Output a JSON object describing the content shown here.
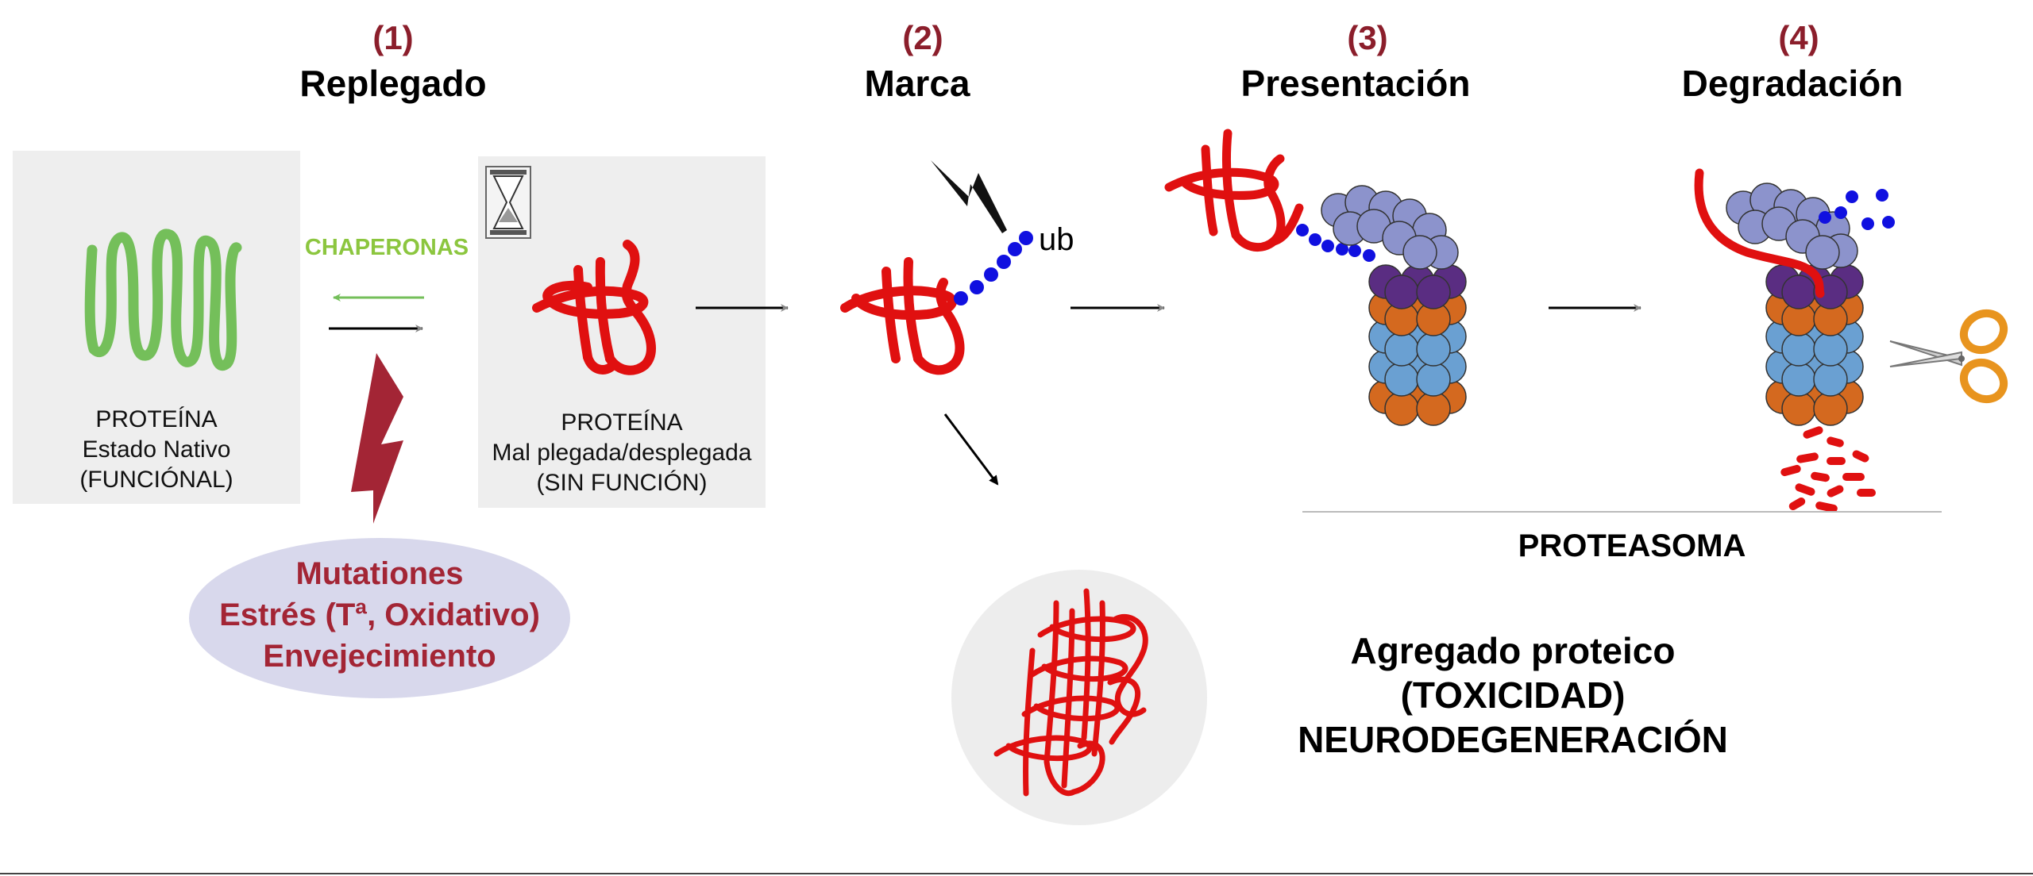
{
  "steps": [
    {
      "num": "(1)",
      "title": "Replegado"
    },
    {
      "num": "(2)",
      "title": "Marca"
    },
    {
      "num": "(3)",
      "title": "Presentación"
    },
    {
      "num": "(4)",
      "title": "Degradación"
    }
  ],
  "native": {
    "line1": "PROTEÍNA",
    "line2": "Estado Nativo",
    "line3": "(FUNCIÓNAL)"
  },
  "misfolded": {
    "line1": "PROTEÍNA",
    "line2": "Mal plegada/desplegada",
    "line3": "(SIN FUNCIÓN)"
  },
  "chaperones": "CHAPERONAS",
  "ubiquitin": "ub",
  "causes": {
    "line1": "Mutationes",
    "line2": "Estrés (Tª, Oxidativo)",
    "line3": "Envejecimiento"
  },
  "proteasome": "PROTEASOMA",
  "aggregate": {
    "line1": "Agregado proteico",
    "line2": "(TOXICIDAD)",
    "line3": "NEURODEGENERACIÓN"
  },
  "colors": {
    "step_number": "#8b1e2b",
    "protein_native": "#74bf5a",
    "protein_misfolded": "#e01010",
    "ubiquitin": "#1010e0",
    "chaperone_text": "#8cc63f",
    "causes_text": "#a32535",
    "causes_bg": "#d8d8ec",
    "proteasome_cap": "#8c93cc",
    "proteasome_ring_dark": "#5a2d82",
    "proteasome_ring_orange": "#d4691f",
    "proteasome_ring_blue": "#6aa0d2"
  }
}
